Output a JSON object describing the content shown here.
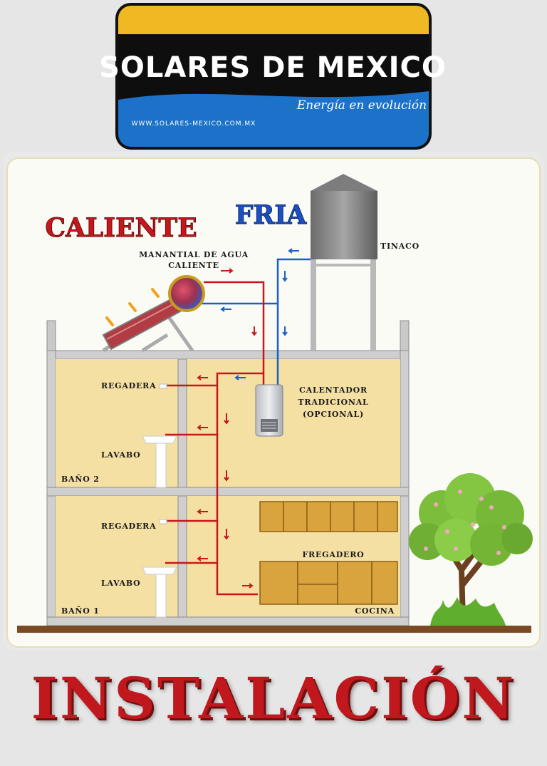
{
  "logo": {
    "brand": "SOLARES DE MEXICO",
    "slogan": "Energía en evolución",
    "url": "WWW.SOLARES-MEXICO.COM.MX",
    "colors": {
      "gold": "#f0b823",
      "black": "#0e0e0e",
      "blue": "#1c72c8"
    }
  },
  "legend": {
    "hot": "CALIENTE",
    "cold": "FRIA",
    "hot_color": "#c8161d",
    "cold_color": "#1c4fc4"
  },
  "labels": {
    "tank": "TINACO",
    "spring_line1": "MANANTIAL DE AGUA",
    "spring_line2": "CALIENTE",
    "heater_line1": "CALENTADOR",
    "heater_line2": "TRADICIONAL",
    "heater_line3": "(OPCIONAL)",
    "shower_top": "REGADERA",
    "sink_top": "LAVABO",
    "bath_top": "BAÑO 2",
    "shower_bottom": "REGADERA",
    "sink_bottom": "LAVABO",
    "bath_bottom": "BAÑO 1",
    "kitchen_sink": "FREGADERO",
    "kitchen": "COCINA"
  },
  "title": "INSTALACIÓN"
}
